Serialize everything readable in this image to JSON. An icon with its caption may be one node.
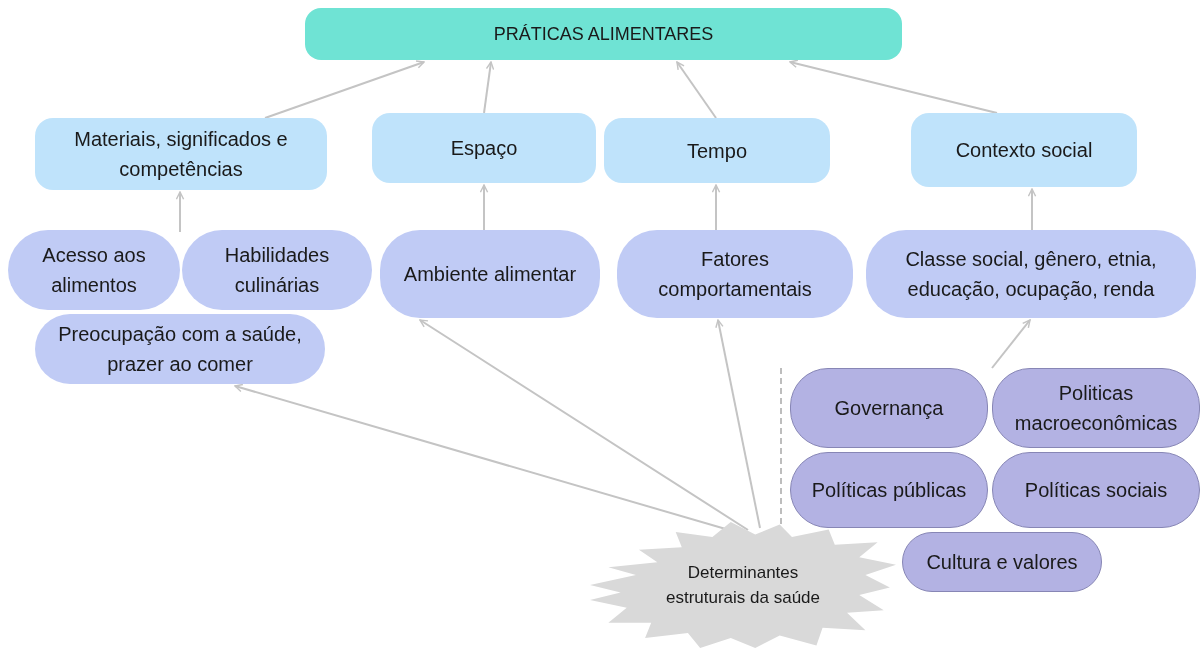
{
  "diagram": {
    "nodes": [
      {
        "text": [
          "PRÁTICAS ALIMENTARES"
        ]
      },
      {
        "text": [
          "Materiais, significados e competências"
        ]
      },
      {
        "text": [
          "Espaço"
        ]
      },
      {
        "text": [
          "Tempo"
        ]
      },
      {
        "text": [
          "Contexto social"
        ]
      },
      {
        "text": [
          "Acesso aos alimentos"
        ]
      },
      {
        "text": [
          "Habilidades culinárias"
        ]
      },
      {
        "text": [
          "Preocupação com a saúde, prazer ao comer"
        ]
      },
      {
        "text": [
          "Ambiente alimentar"
        ]
      },
      {
        "text": [
          "Fatores comportamentais"
        ]
      },
      {
        "text": [
          "Classe social, gênero, etnia, educação, ocupação, renda"
        ]
      },
      {
        "text": [
          "Governança"
        ]
      },
      {
        "text": [
          "Politicas macroeconômicas"
        ]
      },
      {
        "text": [
          "Políticas públicas"
        ]
      },
      {
        "text": [
          "Políticas sociais"
        ]
      },
      {
        "text": [
          "Cultura e valores"
        ]
      },
      {
        "text": [
          "Determinantes estruturais da saúde"
        ]
      }
    ],
    "edges": [
      {
        "from": 1,
        "to": 0,
        "arrow": "to"
      },
      {
        "from": 2,
        "to": 0,
        "arrow": "to"
      },
      {
        "from": 3,
        "to": 0,
        "arrow": "to"
      },
      {
        "from": 4,
        "to": 0,
        "arrow": "to"
      },
      {
        "from": 5,
        "to": 1,
        "arrow": "to"
      },
      {
        "from": 8,
        "to": 2,
        "arrow": "to"
      },
      {
        "from": 9,
        "to": 3,
        "arrow": "to"
      },
      {
        "from": 10,
        "to": 4,
        "arrow": "to"
      },
      {
        "from": 11,
        "to": 10,
        "arrow": "to"
      },
      {
        "from": 16,
        "to": 9,
        "arrow": "to"
      },
      {
        "from": 16,
        "to": 8,
        "arrow": "to"
      },
      {
        "from": 16,
        "to": 7,
        "arrow": "to"
      }
    ]
  }
}
